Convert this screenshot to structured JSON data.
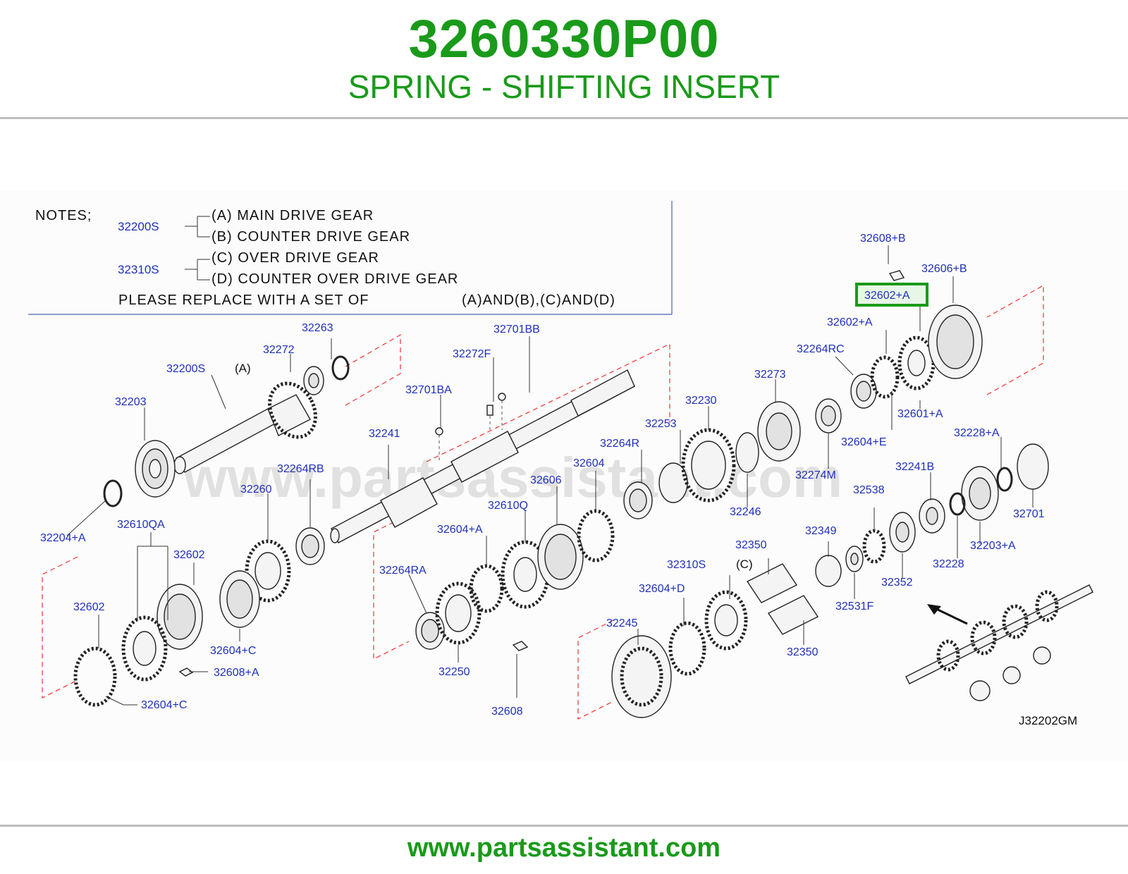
{
  "header": {
    "part_number": "3260330P00",
    "part_name": "SPRING - SHIFTING INSERT"
  },
  "footer": {
    "website": "www.partsassistant.com"
  },
  "diagram": {
    "watermark": "www.partsassistant.com",
    "code": "J32202GM",
    "highlight_color": "#1a9a1a",
    "label_color": "#1f2fb8",
    "notes": {
      "heading": "NOTES;",
      "group1_code": "32200S",
      "group1_a": "(A)  MAIN  DRIVE  GEAR",
      "group1_b": "(B)  COUNTER  DRIVE  GEAR",
      "group2_code": "32310S",
      "group2_c": "(C)  OVER  DRIVE  GEAR",
      "group2_d": "(D)  COUNTER  OVER  DRIVE  GEAR",
      "replace_text": "PLEASE  REPLACE  WITH  A  SET  OF",
      "replace_sets": "(A)AND(B),(C)AND(D)"
    },
    "tags": {
      "a": "(A)",
      "c": "(C)"
    },
    "labels": {
      "p32608_B": "32608+B",
      "p32606_B": "32606+B",
      "p32602_A_hl": "32602+A",
      "p32602_A": "32602+A",
      "p32264RC": "32264RC",
      "p32601_A": "32601+A",
      "p32604_E": "32604+E",
      "p32228_A": "32228+A",
      "p32273": "32273",
      "p32230": "32230",
      "p32253": "32253",
      "p32264R": "32264R",
      "p32604": "32604",
      "p32606": "32606",
      "p32610Q": "32610Q",
      "p32604_A": "32604+A",
      "p32264RA": "32264RA",
      "p32250": "32250",
      "p32608": "32608",
      "p32263": "32263",
      "p32272": "32272",
      "p32200S": "32200S",
      "p32203": "32203",
      "p32204_A": "32204+A",
      "p32701BB": "32701BB",
      "p32272F": "32272F",
      "p32701BA": "32701BA",
      "p32241": "32241",
      "p32264RB": "32264RB",
      "p32260": "32260",
      "p32610QA": "32610QA",
      "p32602_top": "32602",
      "p32602_left": "32602",
      "p32604_C_mid": "32604+C",
      "p32608_A": "32608+A",
      "p32604_C_bot": "32604+C",
      "p32274M": "32274M",
      "p32246": "32246",
      "p32241B": "32241B",
      "p32538": "32538",
      "p32701": "32701",
      "p32203_A": "32203+A",
      "p32228": "32228",
      "p32352": "32352",
      "p32349": "32349",
      "p32350_top": "32350",
      "p32350_bot": "32350",
      "p32531F": "32531F",
      "p32310S": "32310S",
      "p32604_D": "32604+D",
      "p32245": "32245"
    }
  }
}
